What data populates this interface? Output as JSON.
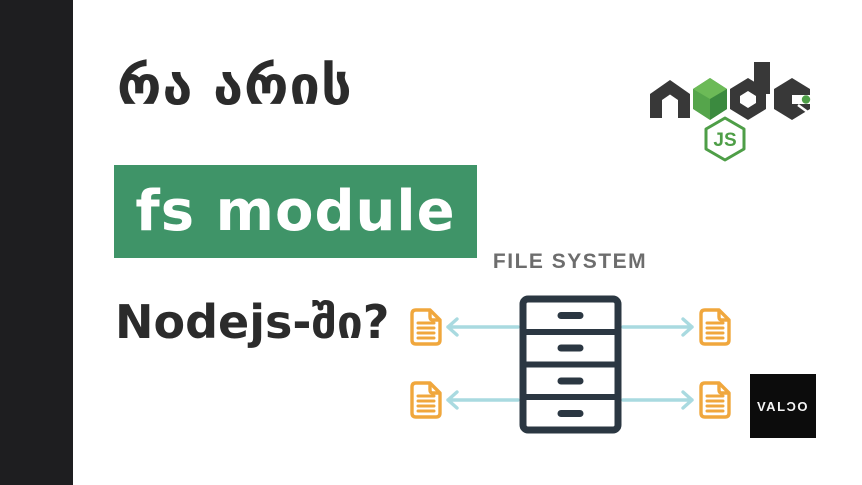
{
  "page": {
    "background": "#ffffff",
    "side_bar_color": "#1e1e20"
  },
  "heading": {
    "line1": "რა არის",
    "highlight": "fs module",
    "line2": "Nodejs-ში?",
    "text_color": "#2b2b2b",
    "highlight_bg": "#3f9468",
    "highlight_text_color": "#ffffff"
  },
  "node_logo": {
    "wordmark": "node",
    "badge_label": "JS",
    "dark_color": "#383838",
    "green_color": "#4e9e47"
  },
  "diagram": {
    "title": "FILE SYSTEM",
    "title_color": "#6d6d6d",
    "cabinet_color": "#2b3742",
    "drawer_count": 4,
    "file_icon_color": "#f0a73d",
    "file_count": 4,
    "arrow_color": "#a9dae0"
  },
  "watermark": {
    "label": "VALƆO",
    "bg": "#0c0c0c",
    "text_color": "#f5f5f5"
  }
}
